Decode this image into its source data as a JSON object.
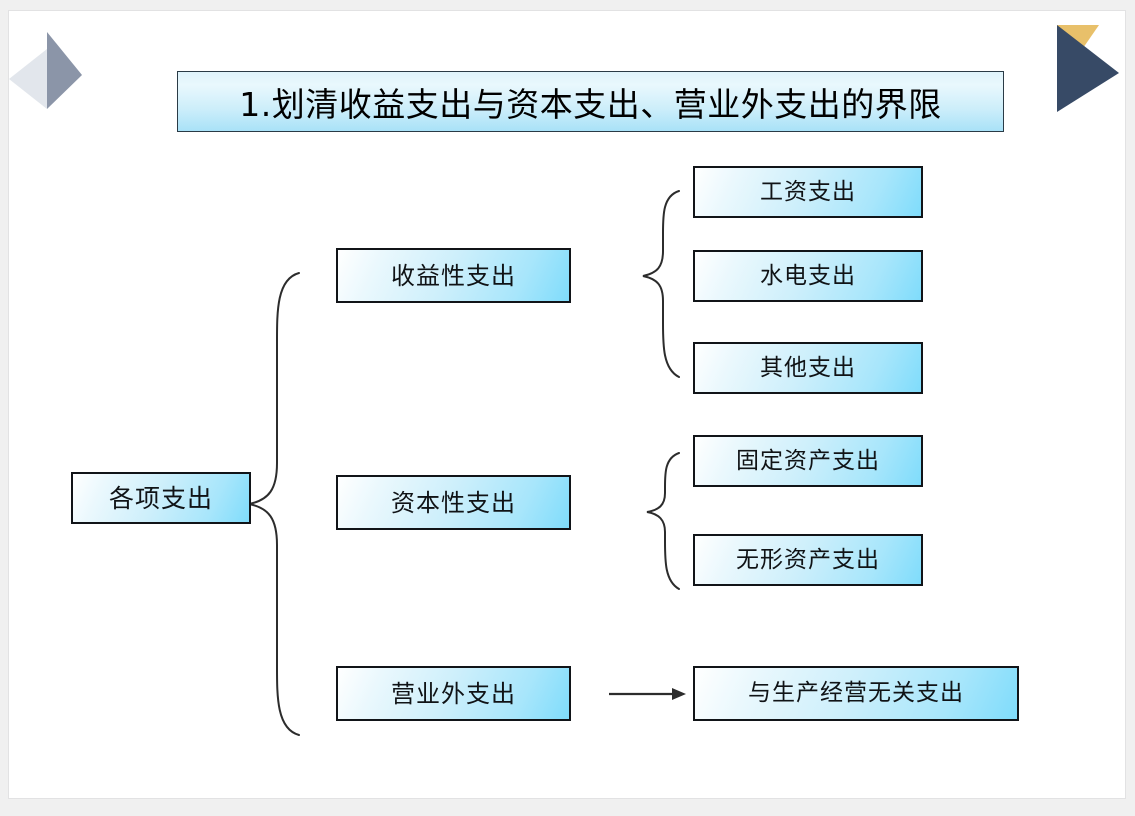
{
  "slide": {
    "title": "1.划清收益支出与资本支出、营业外支出的界限",
    "background_color": "#ffffff",
    "frame_color": "#f0f0f0",
    "node_border_color": "#111418",
    "node_fill_start": "#ffffff",
    "node_fill_end": "#7fdcfb",
    "connector_color": "#2c2c2c"
  },
  "decorations": {
    "left_arrow": {
      "name": "left-arrow-decoration",
      "light_color": "#dfe3ea",
      "dark_color": "#8b95a8"
    },
    "right_arrow": {
      "name": "right-arrow-decoration",
      "gold_color": "#e8c06a",
      "navy_color": "#374a66"
    }
  },
  "diagram": {
    "root": {
      "label": "各项支出"
    },
    "branches": [
      {
        "label": "收益性支出",
        "children": [
          {
            "label": "工资支出"
          },
          {
            "label": "水电支出"
          },
          {
            "label": "其他支出"
          }
        ]
      },
      {
        "label": "资本性支出",
        "children": [
          {
            "label": "固定资产支出"
          },
          {
            "label": "无形资产支出"
          }
        ]
      },
      {
        "label": "营业外支出",
        "children": [
          {
            "label": "与生产经营无关支出"
          }
        ]
      }
    ]
  }
}
